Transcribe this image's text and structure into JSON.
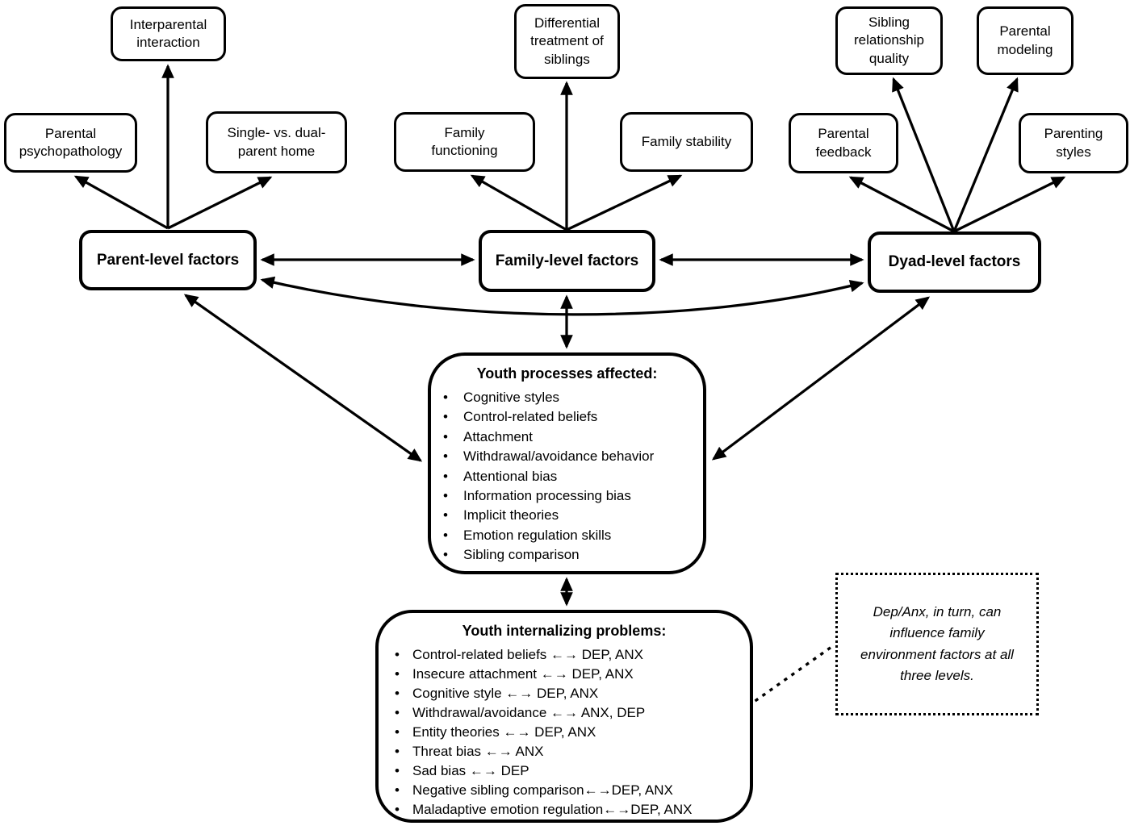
{
  "colors": {
    "ink": "#000000",
    "background": "#ffffff"
  },
  "nodes": {
    "interparental_interaction": "Interparental interaction",
    "parental_psychopathology": "Parental psychopathology",
    "single_vs_dual_parent_home": "Single- vs. dual-parent home",
    "differential_treatment_of_siblings": "Differential treatment of siblings",
    "family_functioning": "Family functioning",
    "family_stability": "Family stability",
    "sibling_relationship_quality": "Sibling relationship quality",
    "parental_modeling": "Parental modeling",
    "parental_feedback": "Parental feedback",
    "parenting_styles": "Parenting styles",
    "parent_level_factors": "Parent-level factors",
    "family_level_factors": "Family-level factors",
    "dyad_level_factors": "Dyad-level factors"
  },
  "youth_processes": {
    "title": "Youth processes affected:",
    "items": [
      "Cognitive styles",
      "Control-related beliefs",
      "Attachment",
      "Withdrawal/avoidance behavior",
      "Attentional bias",
      "Information processing bias",
      "Implicit theories",
      "Emotion regulation skills",
      "Sibling comparison"
    ]
  },
  "youth_internalizing": {
    "title": "Youth internalizing problems:",
    "items": [
      "Control-related beliefs ←→ DEP, ANX",
      "Insecure attachment ←→ DEP, ANX",
      "Cognitive style ←→ DEP, ANX",
      "Withdrawal/avoidance ←→ ANX, DEP",
      "Entity theories ←→ DEP, ANX",
      "Threat bias ←→ ANX",
      "Sad bias ←→ DEP",
      "Negative sibling comparison←→DEP, ANX",
      "Maladaptive emotion regulation←→DEP, ANX"
    ]
  },
  "note": {
    "text": "Dep/Anx, in turn, can influence family environment factors at all three levels."
  }
}
